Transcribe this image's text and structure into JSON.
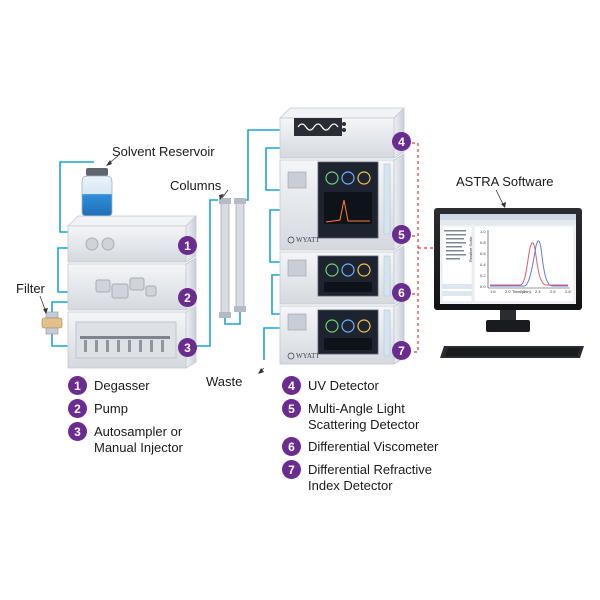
{
  "labels": {
    "solvent_reservoir": "Solvent Reservoir",
    "columns": "Columns",
    "filter": "Filter",
    "waste": "Waste",
    "astra_software": "ASTRA Software",
    "brand": "WYATT"
  },
  "components": [
    {
      "number": "1",
      "label": "Degasser"
    },
    {
      "number": "2",
      "label": "Pump"
    },
    {
      "number": "3",
      "label": "Autosampler or\nManual Injector"
    },
    {
      "number": "4",
      "label": "UV Detector"
    },
    {
      "number": "5",
      "label": "Multi-Angle Light\nScattering Detector"
    },
    {
      "number": "6",
      "label": "Differential Viscometer"
    },
    {
      "number": "7",
      "label": "Differential Refractive\nIndex Detector"
    }
  ],
  "screen": {
    "chart_xlabel": "Time (min)",
    "chart_ylabel": "Relative Scale",
    "x_ticks": [
      "1.6",
      "2.0",
      "2.2",
      "2.4",
      "2.6",
      "2.8"
    ],
    "y_ticks": [
      "1.0",
      "0.8",
      "0.6",
      "0.4",
      "0.2",
      "0.0"
    ]
  },
  "colors": {
    "badge": "#6a2c8e",
    "tubing": "#1aa3d9",
    "dashed_signal": "#d9363e",
    "instrument_body": "#e4e7ec",
    "screen_bg": "#1d2430"
  }
}
